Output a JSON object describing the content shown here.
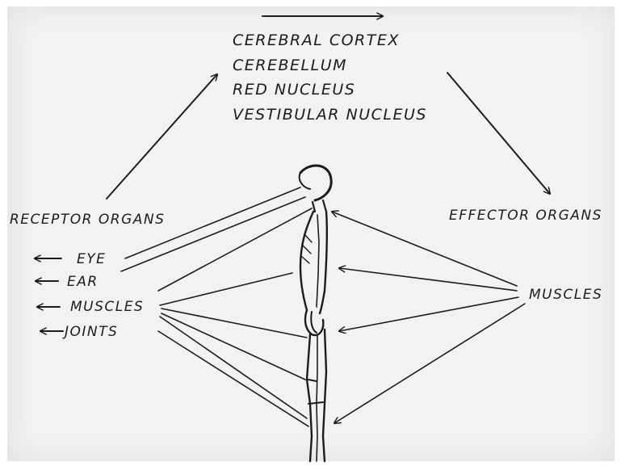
{
  "centers": {
    "line1": "CEREBRAL CORTEX",
    "line2": "CEREBELLUM",
    "line3": "RED NUCLEUS",
    "line4": "VESTIBULAR NUCLEUS"
  },
  "receptor_organs": {
    "title": "RECEPTOR ORGANS",
    "items": [
      "EYE",
      "EAR",
      "MUSCLES",
      "JOINTS"
    ]
  },
  "effector_organs": {
    "title": "EFFECTOR ORGANS",
    "items": [
      "MUSCLES"
    ]
  },
  "colors": {
    "ink": "#1c1c1c",
    "board": "#f2f2f2",
    "background": "#ffffff"
  }
}
